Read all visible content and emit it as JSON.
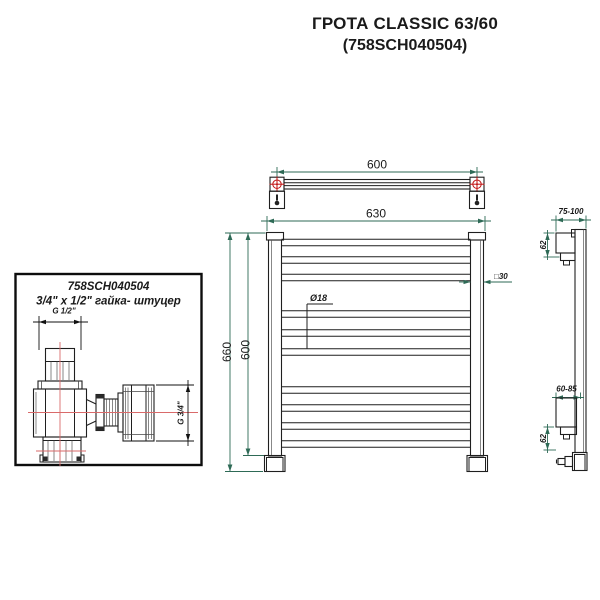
{
  "title": {
    "line1": "ГРОТА CLASSIC 63/60",
    "line2": "(758SCH040504)"
  },
  "colors": {
    "line": "#1f1f1f",
    "dim": "#2e6a56",
    "red-bracket": "#c01010",
    "red-center": "#d96a6a"
  },
  "top_view": {
    "bracket_span_dim": "600"
  },
  "front_view": {
    "overall_width_dim": "630",
    "total_height_dim": "660",
    "column_height_dim": "600",
    "tube_diameter_label": "Ø18",
    "column_size_label": "□30",
    "rung_count": 10
  },
  "side_view": {
    "top_bracket_depth_dim": "75-100",
    "top_bracket_height_dim": "62",
    "bottom_bracket_depth_dim": "60-85",
    "bottom_bracket_height_dim": "62"
  },
  "detail_box": {
    "part_number": "758SCH040504",
    "description": "3/4\" x 1/2\" гайка- штуцер",
    "top_thread_label": "G 1/2\"",
    "side_thread_label": "G 3/4\""
  }
}
